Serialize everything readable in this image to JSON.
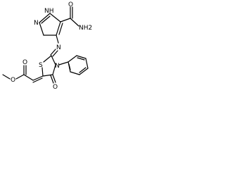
{
  "molecule": {
    "atoms": {
      "nh_imidazole": "NH",
      "n_imidazole": "N",
      "amide_o": "O",
      "amide_nh2": "NH2",
      "n_imine": "N",
      "s_ring": "S",
      "n_ring": "N",
      "o_keto": "O",
      "o_ester_carbonyl": "O",
      "o_ester_ether": "O"
    }
  },
  "colors": {
    "bond": "#000000",
    "label": "#000000",
    "background": "#ffffff"
  }
}
